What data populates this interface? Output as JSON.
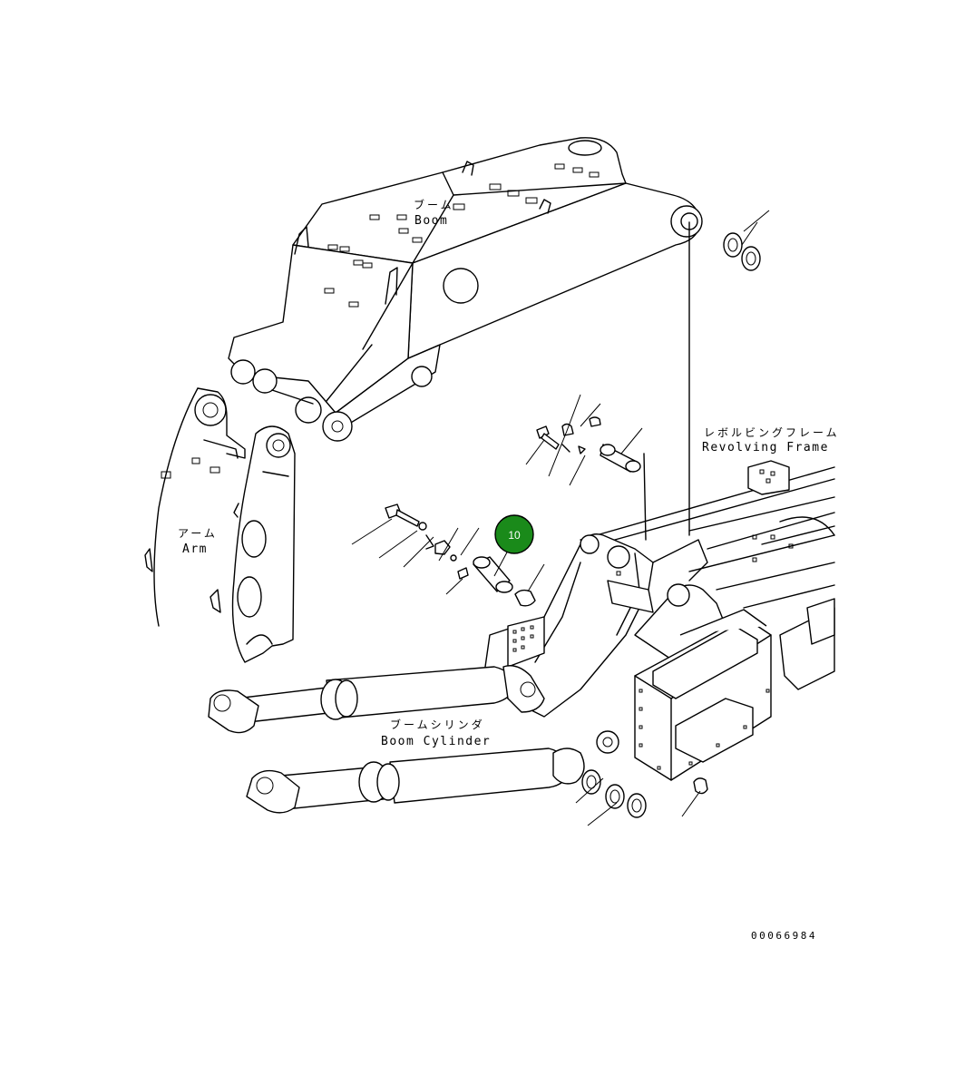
{
  "labels": {
    "boom_jp": "ブーム",
    "boom_en": "Boom",
    "arm_jp": "アーム",
    "arm_en": "Arm",
    "revolving_frame_jp": "レボルビングフレーム",
    "revolving_frame_en": "Revolving Frame",
    "boom_cylinder_jp": "ブームシリンダ",
    "boom_cylinder_en": "Boom Cylinder"
  },
  "callout": {
    "number": "10",
    "color": "#1a8a1a"
  },
  "drawing_number": "00066984"
}
